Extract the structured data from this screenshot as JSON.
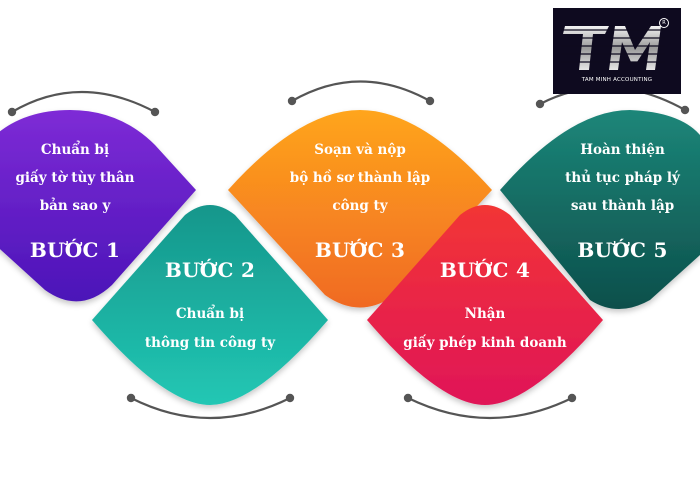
{
  "brand": {
    "name": "TAM MINH ACCOUNTING",
    "logo_letters": "TM",
    "registered_mark": "R"
  },
  "steps": [
    {
      "label": "BƯỚC 1",
      "lines": [
        "Chuẩn bị",
        "giấy tờ tùy thân",
        "bản sao y"
      ],
      "color_top": "#7e2bd6",
      "color_bottom": "#4b14b8"
    },
    {
      "label": "BƯỚC 2",
      "lines": [
        "Chuẩn bị",
        "thông tin công ty"
      ],
      "color_top": "#1aa79a",
      "color_bottom": "#1fc1b0"
    },
    {
      "label": "BƯỚC 3",
      "lines": [
        "Soạn và nộp",
        "bộ hồ sơ thành lập",
        "công ty"
      ],
      "color_top": "#ffa11e",
      "color_bottom": "#f07322"
    },
    {
      "label": "BƯỚC 4",
      "lines": [
        "Nhận",
        "giấy phép kinh doanh"
      ],
      "color_top": "#f02a37",
      "color_bottom": "#e21b57"
    },
    {
      "label": "BƯỚC 5",
      "lines": [
        "Hoàn thiện",
        "thủ tục pháp lý",
        "sau thành lập"
      ],
      "color_top": "#1b8074",
      "color_bottom": "#0f5a54"
    }
  ],
  "colors": {
    "connector": "#555555",
    "background": "#ffffff",
    "logo_bg": "#0e0a1f",
    "logo_metal": "#d7d7d7"
  }
}
